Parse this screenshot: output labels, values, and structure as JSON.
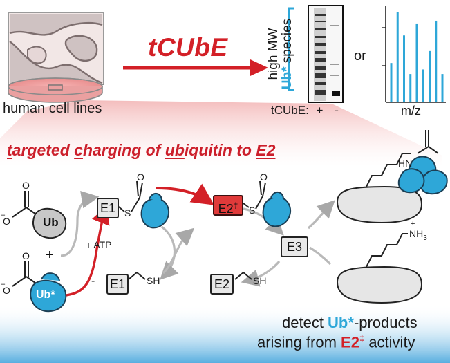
{
  "top": {
    "cell_caption": "human cell lines",
    "tcube_label": "tCUbE",
    "blot_label_line1": "high MW",
    "blot_label_line2_ub": "Ub*",
    "blot_label_line2_rest": " species",
    "or_label": "or",
    "lane_label": "tCUbE:",
    "lane_plus": "+",
    "lane_minus": "-",
    "mz_label": "m/z"
  },
  "headline": {
    "t": "t",
    "t_rest": "argeted ",
    "c": "c",
    "c_rest": "harging of ",
    "ub": "ub",
    "ub_rest": "iquitin to ",
    "e2": "E2"
  },
  "scheme": {
    "e1_top": "E1",
    "e2_charged_main": "E2",
    "e2_charged_sup": "‡",
    "e3": "E3",
    "e1_bottom": "E1",
    "e2_bottom": "E2",
    "ub": "Ub",
    "ub_star": "Ub*",
    "atp": "+ ATP",
    "plus": "+",
    "minus": "-",
    "s1": "S",
    "s2": "S",
    "sh1": "SH",
    "sh2": "SH",
    "o1": "O",
    "o2": "O",
    "o3": "O",
    "o4": "O",
    "o5": "O",
    "o6": "O",
    "ominus1": "–",
    "ominus2": "–",
    "hn": "HN",
    "nh3": "NH",
    "nh3_sub": "3",
    "nh3_plus": "+"
  },
  "bottom": {
    "line1_pre": "detect ",
    "line1_ub": "Ub*",
    "line1_post": "-products",
    "line2_pre": "arising from ",
    "line2_e2": "E2",
    "line2_sup": "‡",
    "line2_post": " activity"
  },
  "chart_data": {
    "type": "bar",
    "xlabel": "m/z",
    "values": [
      0.42,
      0.97,
      0.72,
      0.3,
      0.85,
      0.35,
      0.55,
      0.88,
      0.3
    ],
    "ylim": [
      0,
      1
    ]
  },
  "colors": {
    "red": "#d32027",
    "blue": "#2ea7d8",
    "gray": "#bdbdbd"
  }
}
